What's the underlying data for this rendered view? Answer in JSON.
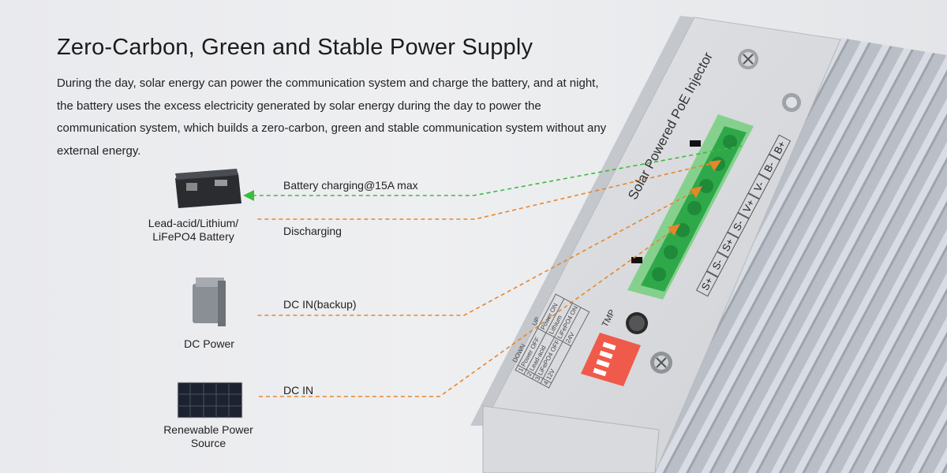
{
  "title": "Zero-Carbon, Green and Stable Power Supply",
  "description": "During the day, solar energy can power the communication system and charge the battery, and at night, the battery uses the excess electricity generated by solar energy during the day to power the communication system, which builds a zero-carbon, green and stable communication system without any external energy.",
  "flows": {
    "charging": "Battery charging@15A max",
    "discharging": "Discharging",
    "dc_in_backup": "DC IN(backup)",
    "dc_in": "DC IN"
  },
  "sources": {
    "battery": "Lead-acid/Lithium/ LiFePO4 Battery",
    "dc_power": "DC Power",
    "renewable": "Renewable Power Source"
  },
  "device": {
    "name": "Solar Powered PoE Injector",
    "terminals": [
      "S+",
      "S-",
      "S+",
      "S-",
      "V+",
      "V-",
      "B-",
      "B+"
    ],
    "dip_label": "TMP",
    "dip_table": {
      "up": "UP",
      "down": "DOWN",
      "rows": [
        {
          "n": "1",
          "down": "Power OFF",
          "up": "Power ON"
        },
        {
          "n": "2",
          "down": "Lead-acid",
          "up": "Lithium"
        },
        {
          "n": "3",
          "down": "LiFePO4 OFF",
          "up": "LiFePO4 ON"
        },
        {
          "n": "4",
          "down": "12V",
          "up": "24V"
        }
      ]
    }
  },
  "colors": {
    "green_line": "#3cbc3c",
    "orange_line": "#e8862a",
    "connector": "#2fa84a",
    "dip": "#ef5a4a"
  }
}
